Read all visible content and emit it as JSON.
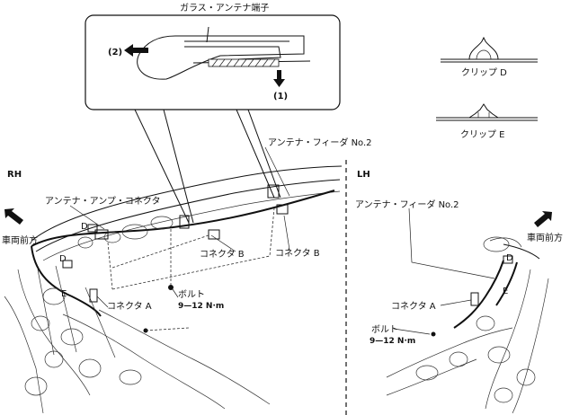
{
  "labels": {
    "glass_terminal": "ガラス・アンテナ端子",
    "step2": "(2)",
    "step1": "(1)",
    "clip_d": "クリップ D",
    "clip_e": "クリップ E",
    "feeder_rh": "アンテナ・フィーダ No.2",
    "rh": "RH",
    "lh": "LH",
    "amp_connector": "アンテナ・アンプ・コネクタ",
    "d1": "D",
    "d2": "D",
    "e_rh": "E",
    "front_rh": "車両前方",
    "connector_b1": "コネクタ B",
    "connector_b2": "コネクタ B",
    "connector_a_rh": "コネクタ A",
    "bolt_rh": "ボルト",
    "torque_rh": "9—12 N·m",
    "feeder_lh": "アンテナ・フィーダ No.2",
    "front_lh": "車両前方",
    "d_lh": "D",
    "e_lh": "E",
    "connector_a_lh": "コネクタ A",
    "bolt_lh": "ボルト",
    "torque_lh": "9—12 N·m"
  },
  "icons": {
    "arrow_front_rh": "arrow-up-left-icon",
    "arrow_front_lh": "arrow-up-right-icon",
    "arrow_step2": "arrow-left-icon",
    "arrow_step1": "arrow-down-icon"
  }
}
